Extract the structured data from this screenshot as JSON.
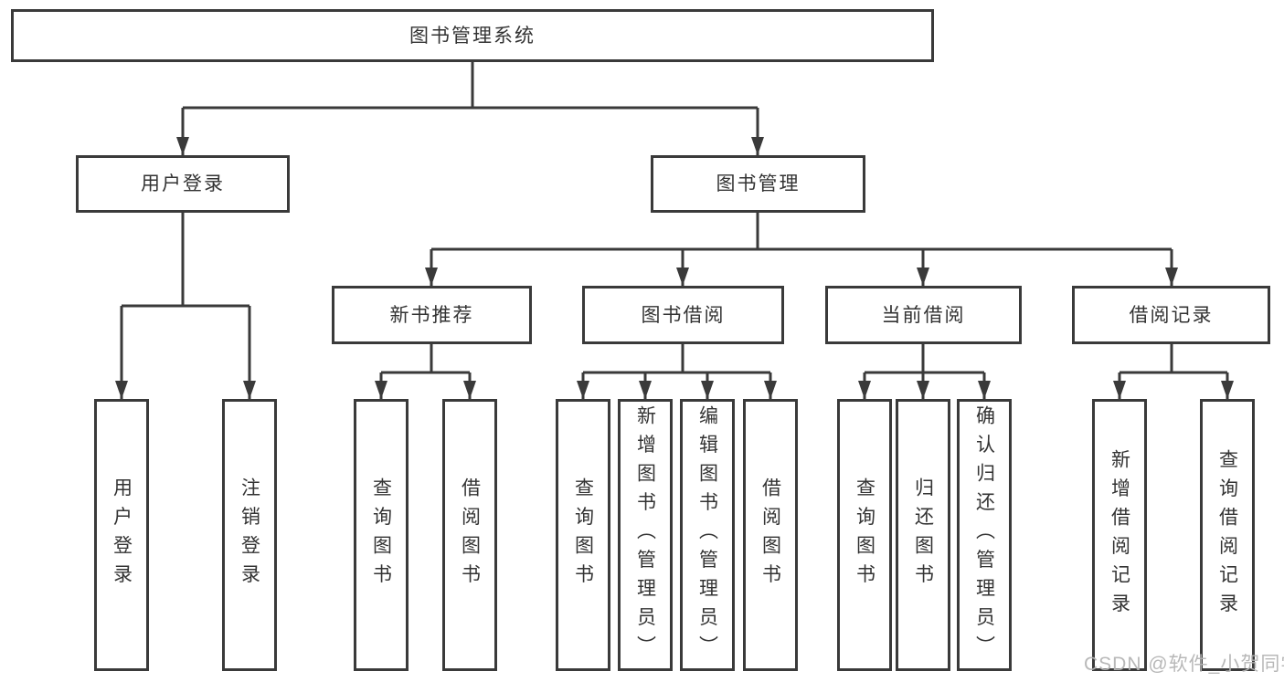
{
  "diagram": {
    "root": {
      "label": "图书管理系统"
    },
    "branches": [
      {
        "label": "用户登录",
        "children": [
          {
            "label": "用户登录"
          },
          {
            "label": "注销登录"
          }
        ]
      },
      {
        "label": "图书管理",
        "modules": [
          {
            "label": "新书推荐",
            "children": [
              {
                "label": "查询图书"
              },
              {
                "label": "借阅图书"
              }
            ]
          },
          {
            "label": "图书借阅",
            "children": [
              {
                "label": "查询图书"
              },
              {
                "label": "新增图书（管理员）"
              },
              {
                "label": "编辑图书（管理员）"
              },
              {
                "label": "借阅图书"
              }
            ]
          },
          {
            "label": "当前借阅",
            "children": [
              {
                "label": "查询图书"
              },
              {
                "label": "归还图书"
              },
              {
                "label": "确认归还（管理员）"
              }
            ]
          },
          {
            "label": "借阅记录",
            "children": [
              {
                "label": "新增借阅记录"
              },
              {
                "label": "查询借阅记录"
              }
            ]
          }
        ]
      }
    ]
  },
  "watermark": {
    "text": "CSDN @软件_小贺同学"
  },
  "colors": {
    "line": "#3a3a3a",
    "text": "#333333",
    "watermark": "#b5b5b5",
    "background": "#ffffff"
  }
}
